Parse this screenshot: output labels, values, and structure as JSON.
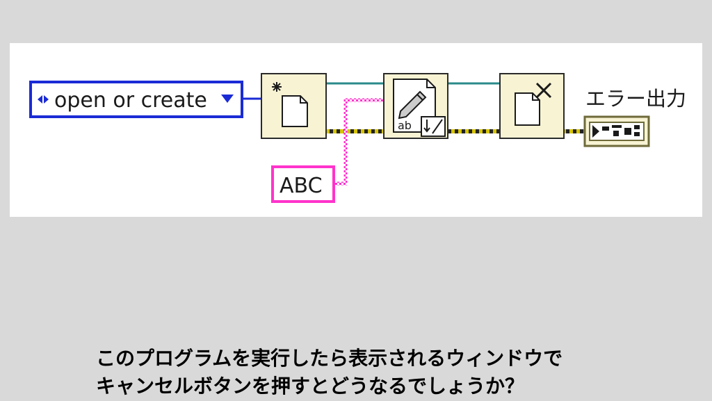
{
  "diagram": {
    "enum_constant": {
      "value": "open or create"
    },
    "string_constant": {
      "value": "ABC"
    },
    "error_label": "エラー出力",
    "nodes": {
      "open_file": "open-create-replace-file-icon",
      "write_text": "write-to-text-file-icon",
      "close_file": "close-file-icon",
      "error_indicator": "error-out-cluster-icon"
    }
  },
  "question": {
    "line1": "このプログラムを実行したら表示されるウィンドウで",
    "line2": "キャンセルボタンを押すとどうなるでしょうか？"
  },
  "colors": {
    "background": "#d9d9d9",
    "canvas": "#ffffff",
    "enum_border": "#1a2bd6",
    "string_border": "#ff33cc",
    "refnum_wire": "#2a8a8a",
    "error_wire_yellow": "#d6c400",
    "node_fill": "#f7f3d3",
    "node_border": "#2a2a2a"
  }
}
